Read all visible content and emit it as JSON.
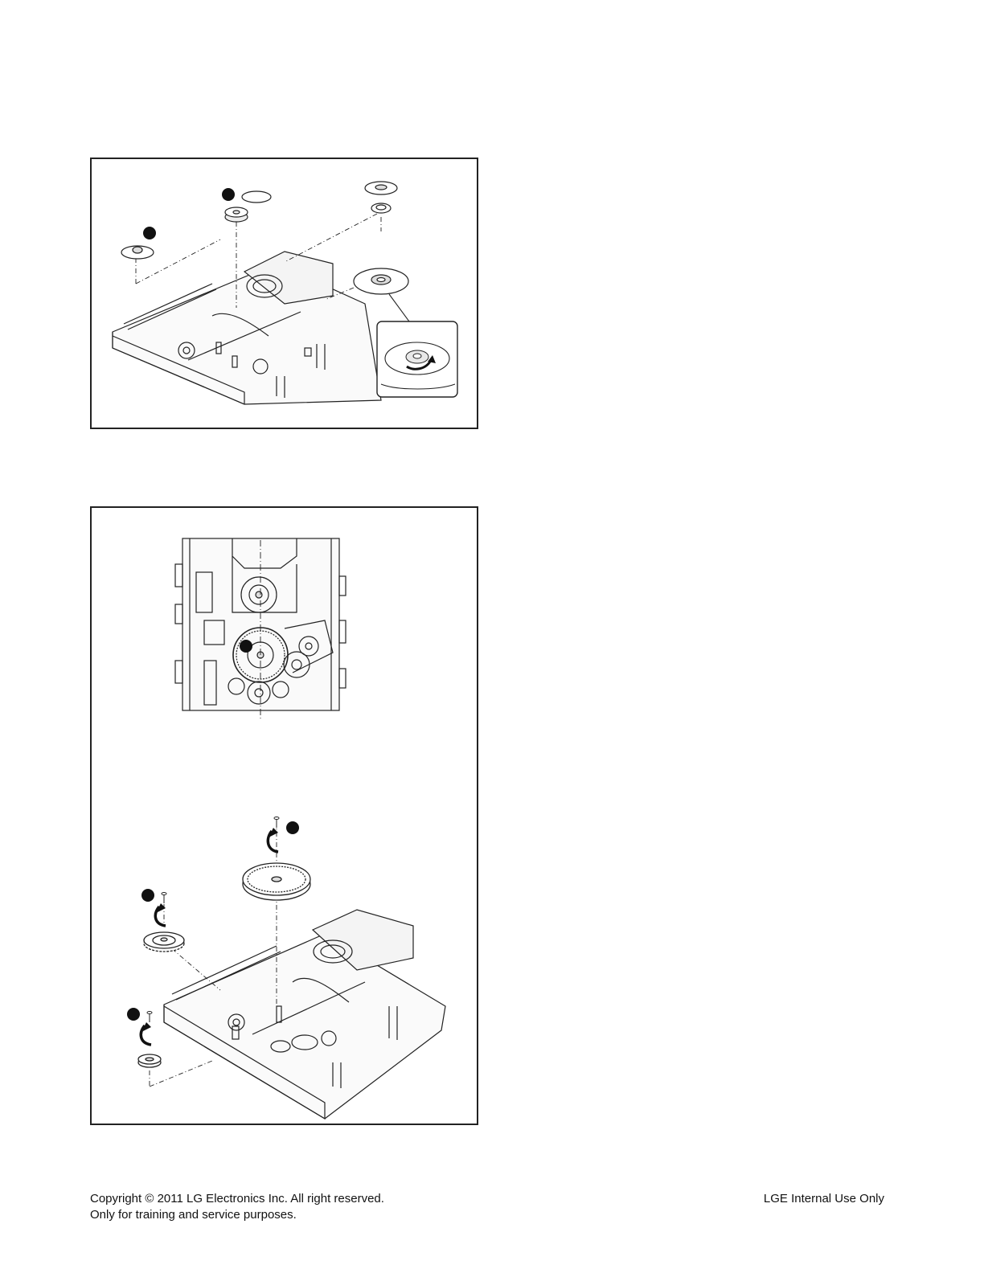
{
  "footer": {
    "copyright": "Copyright © 2011 LG Electronics Inc. All right reserved.",
    "purpose": "Only for training and service purposes.",
    "internal": "LGE Internal Use Only"
  },
  "figures": [
    {
      "callout_markers": 2,
      "icons": [
        "gear-icon",
        "disc-clamp-icon",
        "turntable-icon",
        "rotate-arrow-icon"
      ]
    },
    {
      "callout_markers": 4,
      "icons": [
        "gear-icon",
        "screw-icon",
        "rotate-arrow-icon"
      ]
    }
  ],
  "colors": {
    "line": "#222222",
    "marker": "#111111"
  }
}
